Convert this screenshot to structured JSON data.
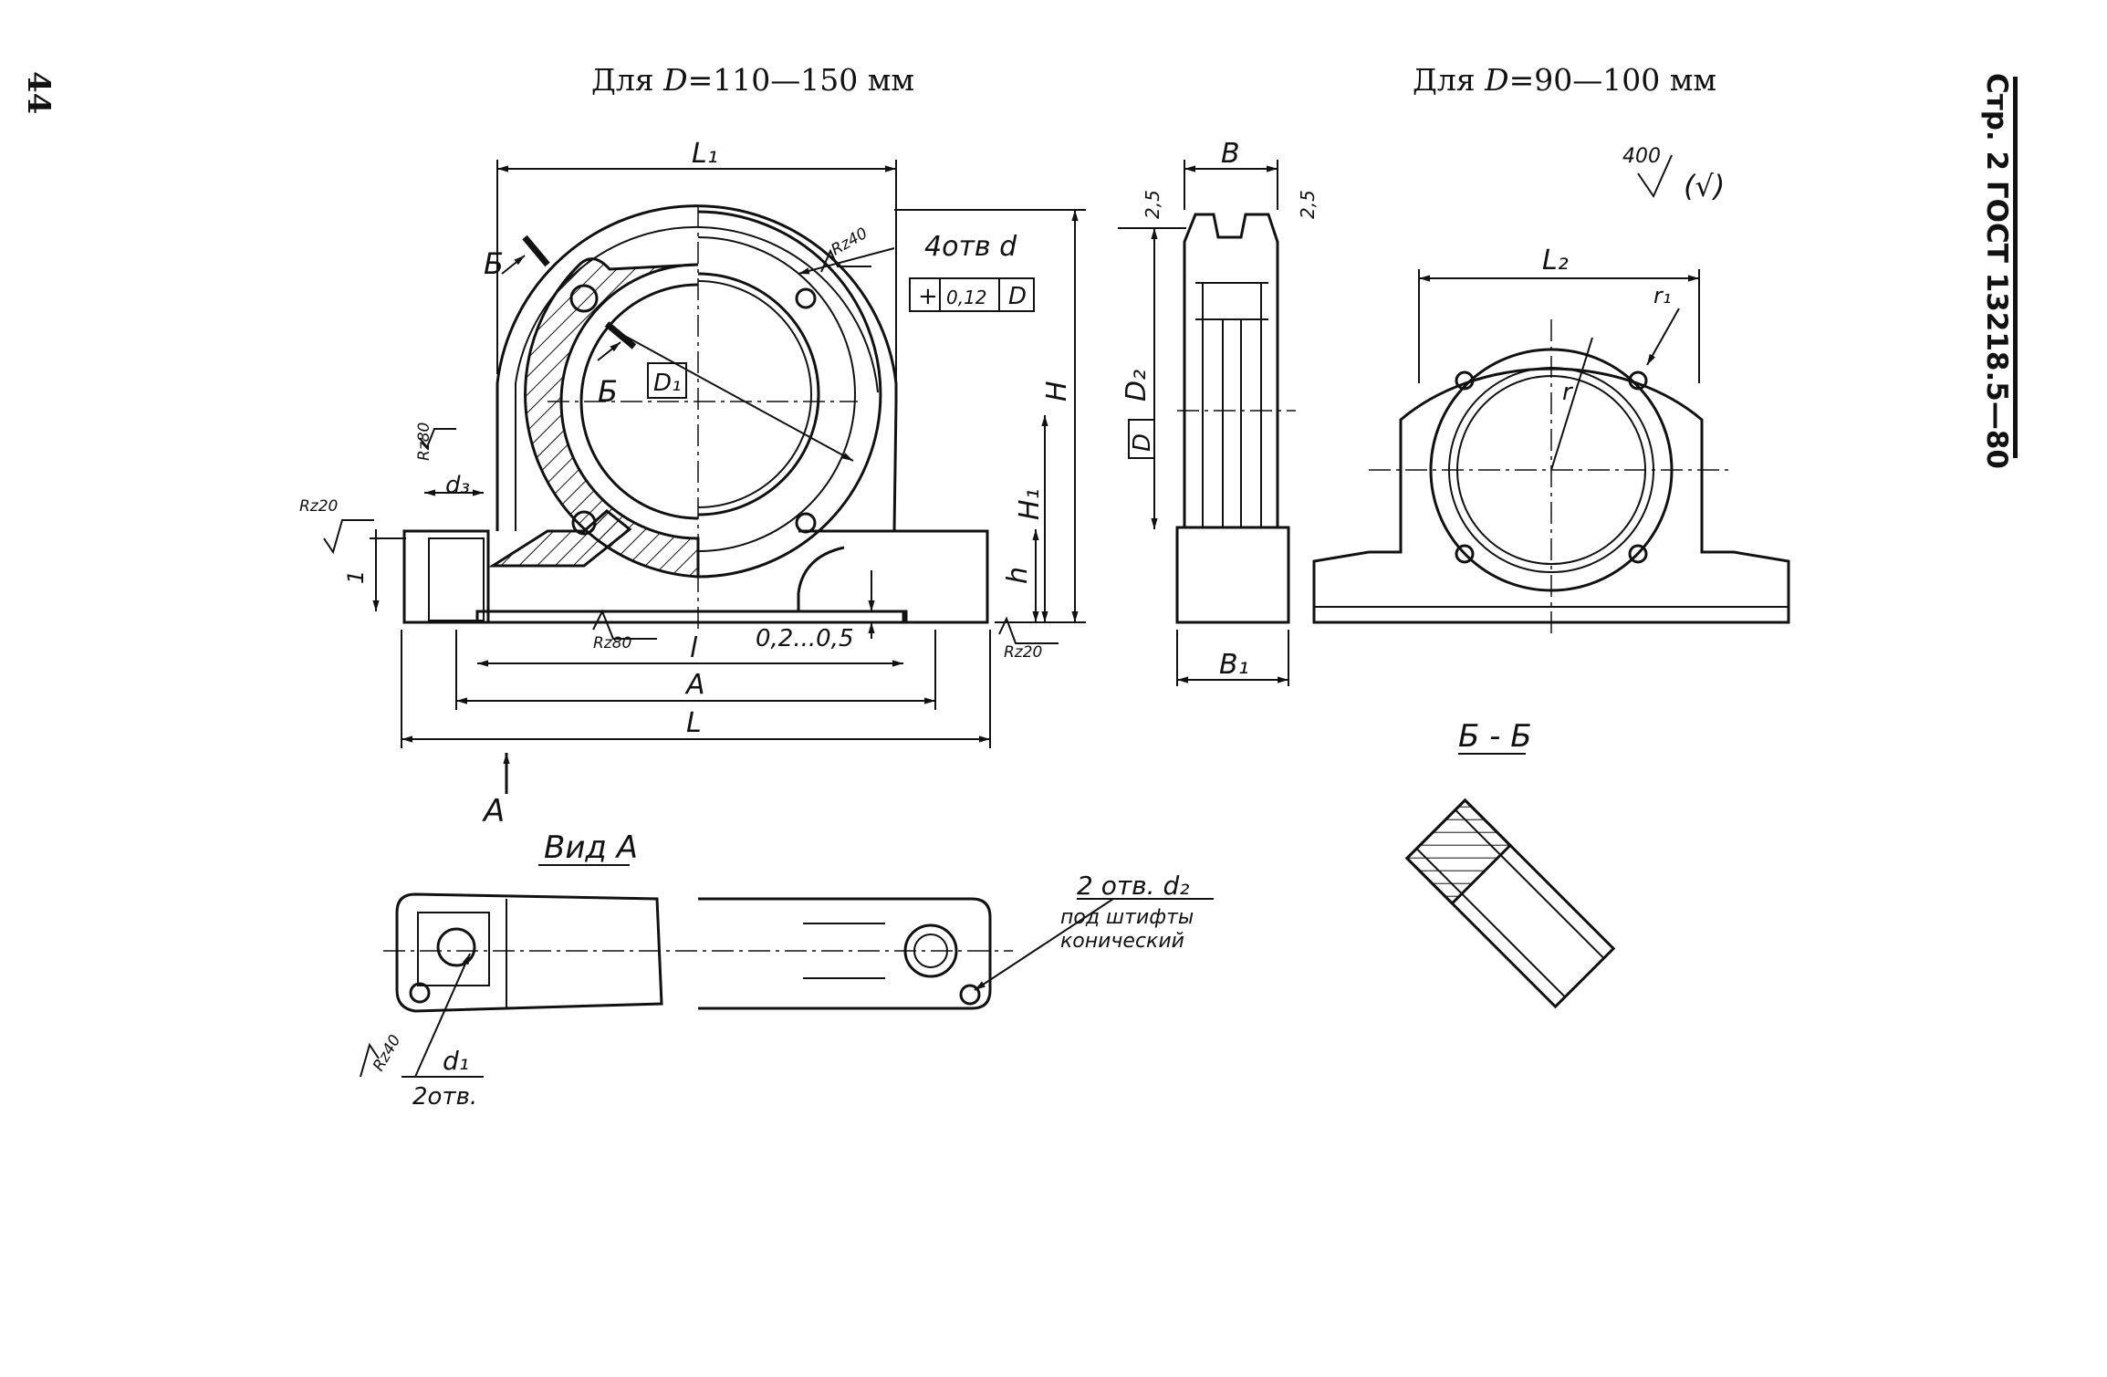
{
  "page": {
    "number": "44",
    "running_head": "Стр. 2 ГОСТ 13218.5—80"
  },
  "headings": {
    "left": {
      "prefix": "Для ",
      "symbol": "D",
      "range": "=110—150 мм"
    },
    "right": {
      "prefix": "Для ",
      "symbol": "D",
      "range": "=90—100 мм"
    }
  },
  "drawing": {
    "dimensions": {
      "L1": "L₁",
      "L2": "L₂",
      "L": "L",
      "A": "A",
      "l": "l",
      "H": "H",
      "H1": "H₁",
      "h": "h",
      "D2": "D₂",
      "D": "D",
      "D1": "D₁",
      "B": "B",
      "B1": "B₁",
      "d3": "d₃",
      "r": "r",
      "r1": "r₁",
      "one": "1",
      "gap": "0,2...0,5",
      "chamfer": "2,5"
    },
    "notes": {
      "holes": "4отв d",
      "tolerance": "0,12",
      "roughness_general": "400",
      "roughness_paren": "(√)",
      "section_mark": "Б",
      "section_title": "Б - Б",
      "view_arrow": "A",
      "view_title": "Вид А",
      "pin_holes": "2 отв. d₂",
      "pin_holes_note_1": "под штифты",
      "pin_holes_note_2": "конический",
      "bolt_holes_d": "d₁",
      "bolt_holes_count": "2отв."
    },
    "roughness": {
      "rz40": "Rz40",
      "rz80": "Rz80",
      "rz20": "Rz20"
    }
  }
}
